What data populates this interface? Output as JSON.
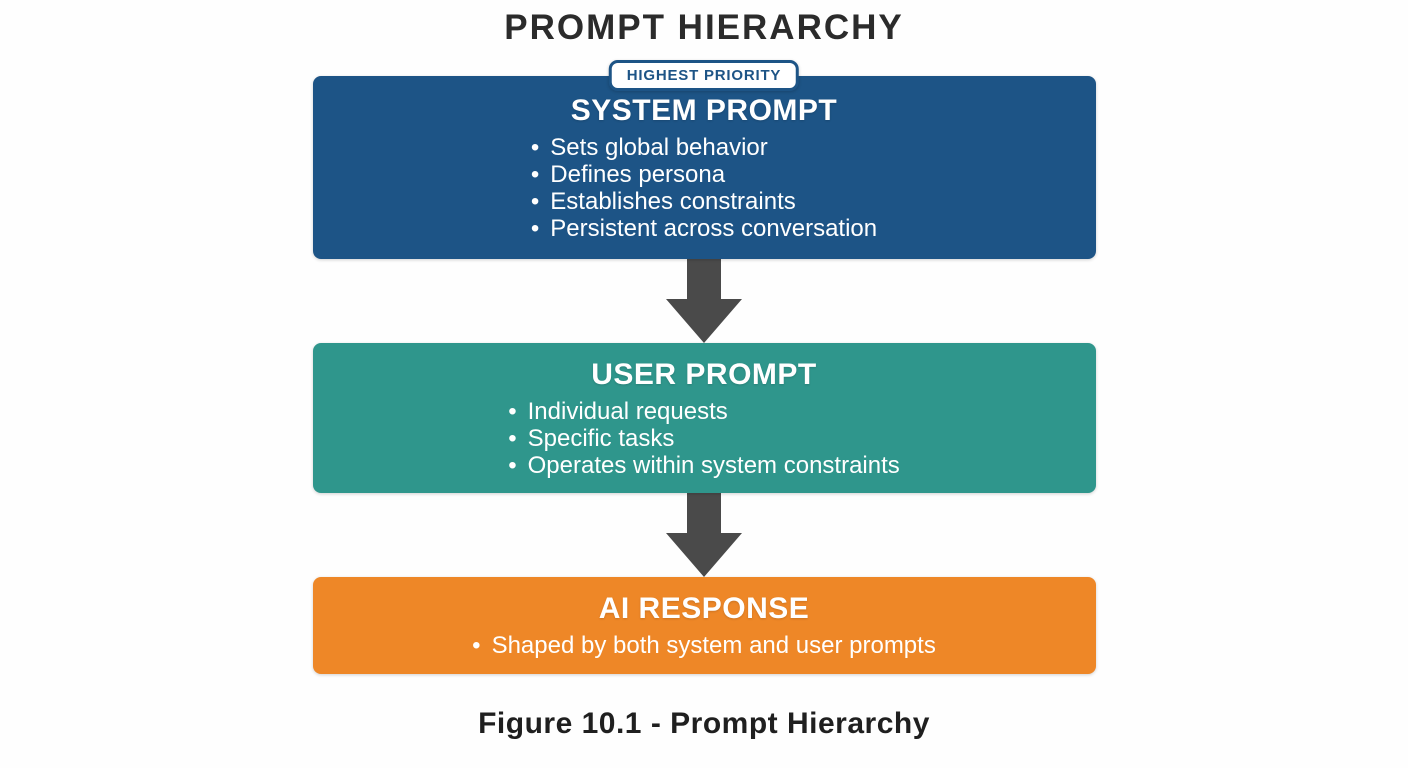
{
  "title": "PROMPT HIERARCHY",
  "caption": "Figure 10.1 - Prompt Hierarchy",
  "colors": {
    "system_box": "#1d5486",
    "user_box": "#2f968c",
    "response_box": "#ee8727",
    "arrow": "#4a4a4a",
    "badge_background": "#ffffff",
    "badge_border": "#1d5486",
    "badge_text": "#1d5486",
    "box_text": "#ffffff",
    "heading_text": "#2b2b2b"
  },
  "boxes": [
    {
      "id": "system-prompt",
      "badge": "HIGHEST PRIORITY",
      "title": "SYSTEM PROMPT",
      "items": [
        "Sets global behavior",
        "Defines persona",
        "Establishes constraints",
        "Persistent across conversation"
      ]
    },
    {
      "id": "user-prompt",
      "title": "USER PROMPT",
      "items": [
        "Individual requests",
        "Specific tasks",
        "Operates within system constraints"
      ]
    },
    {
      "id": "ai-response",
      "title": "AI RESPONSE",
      "items": [
        "Shaped by both system and user prompts"
      ]
    }
  ]
}
